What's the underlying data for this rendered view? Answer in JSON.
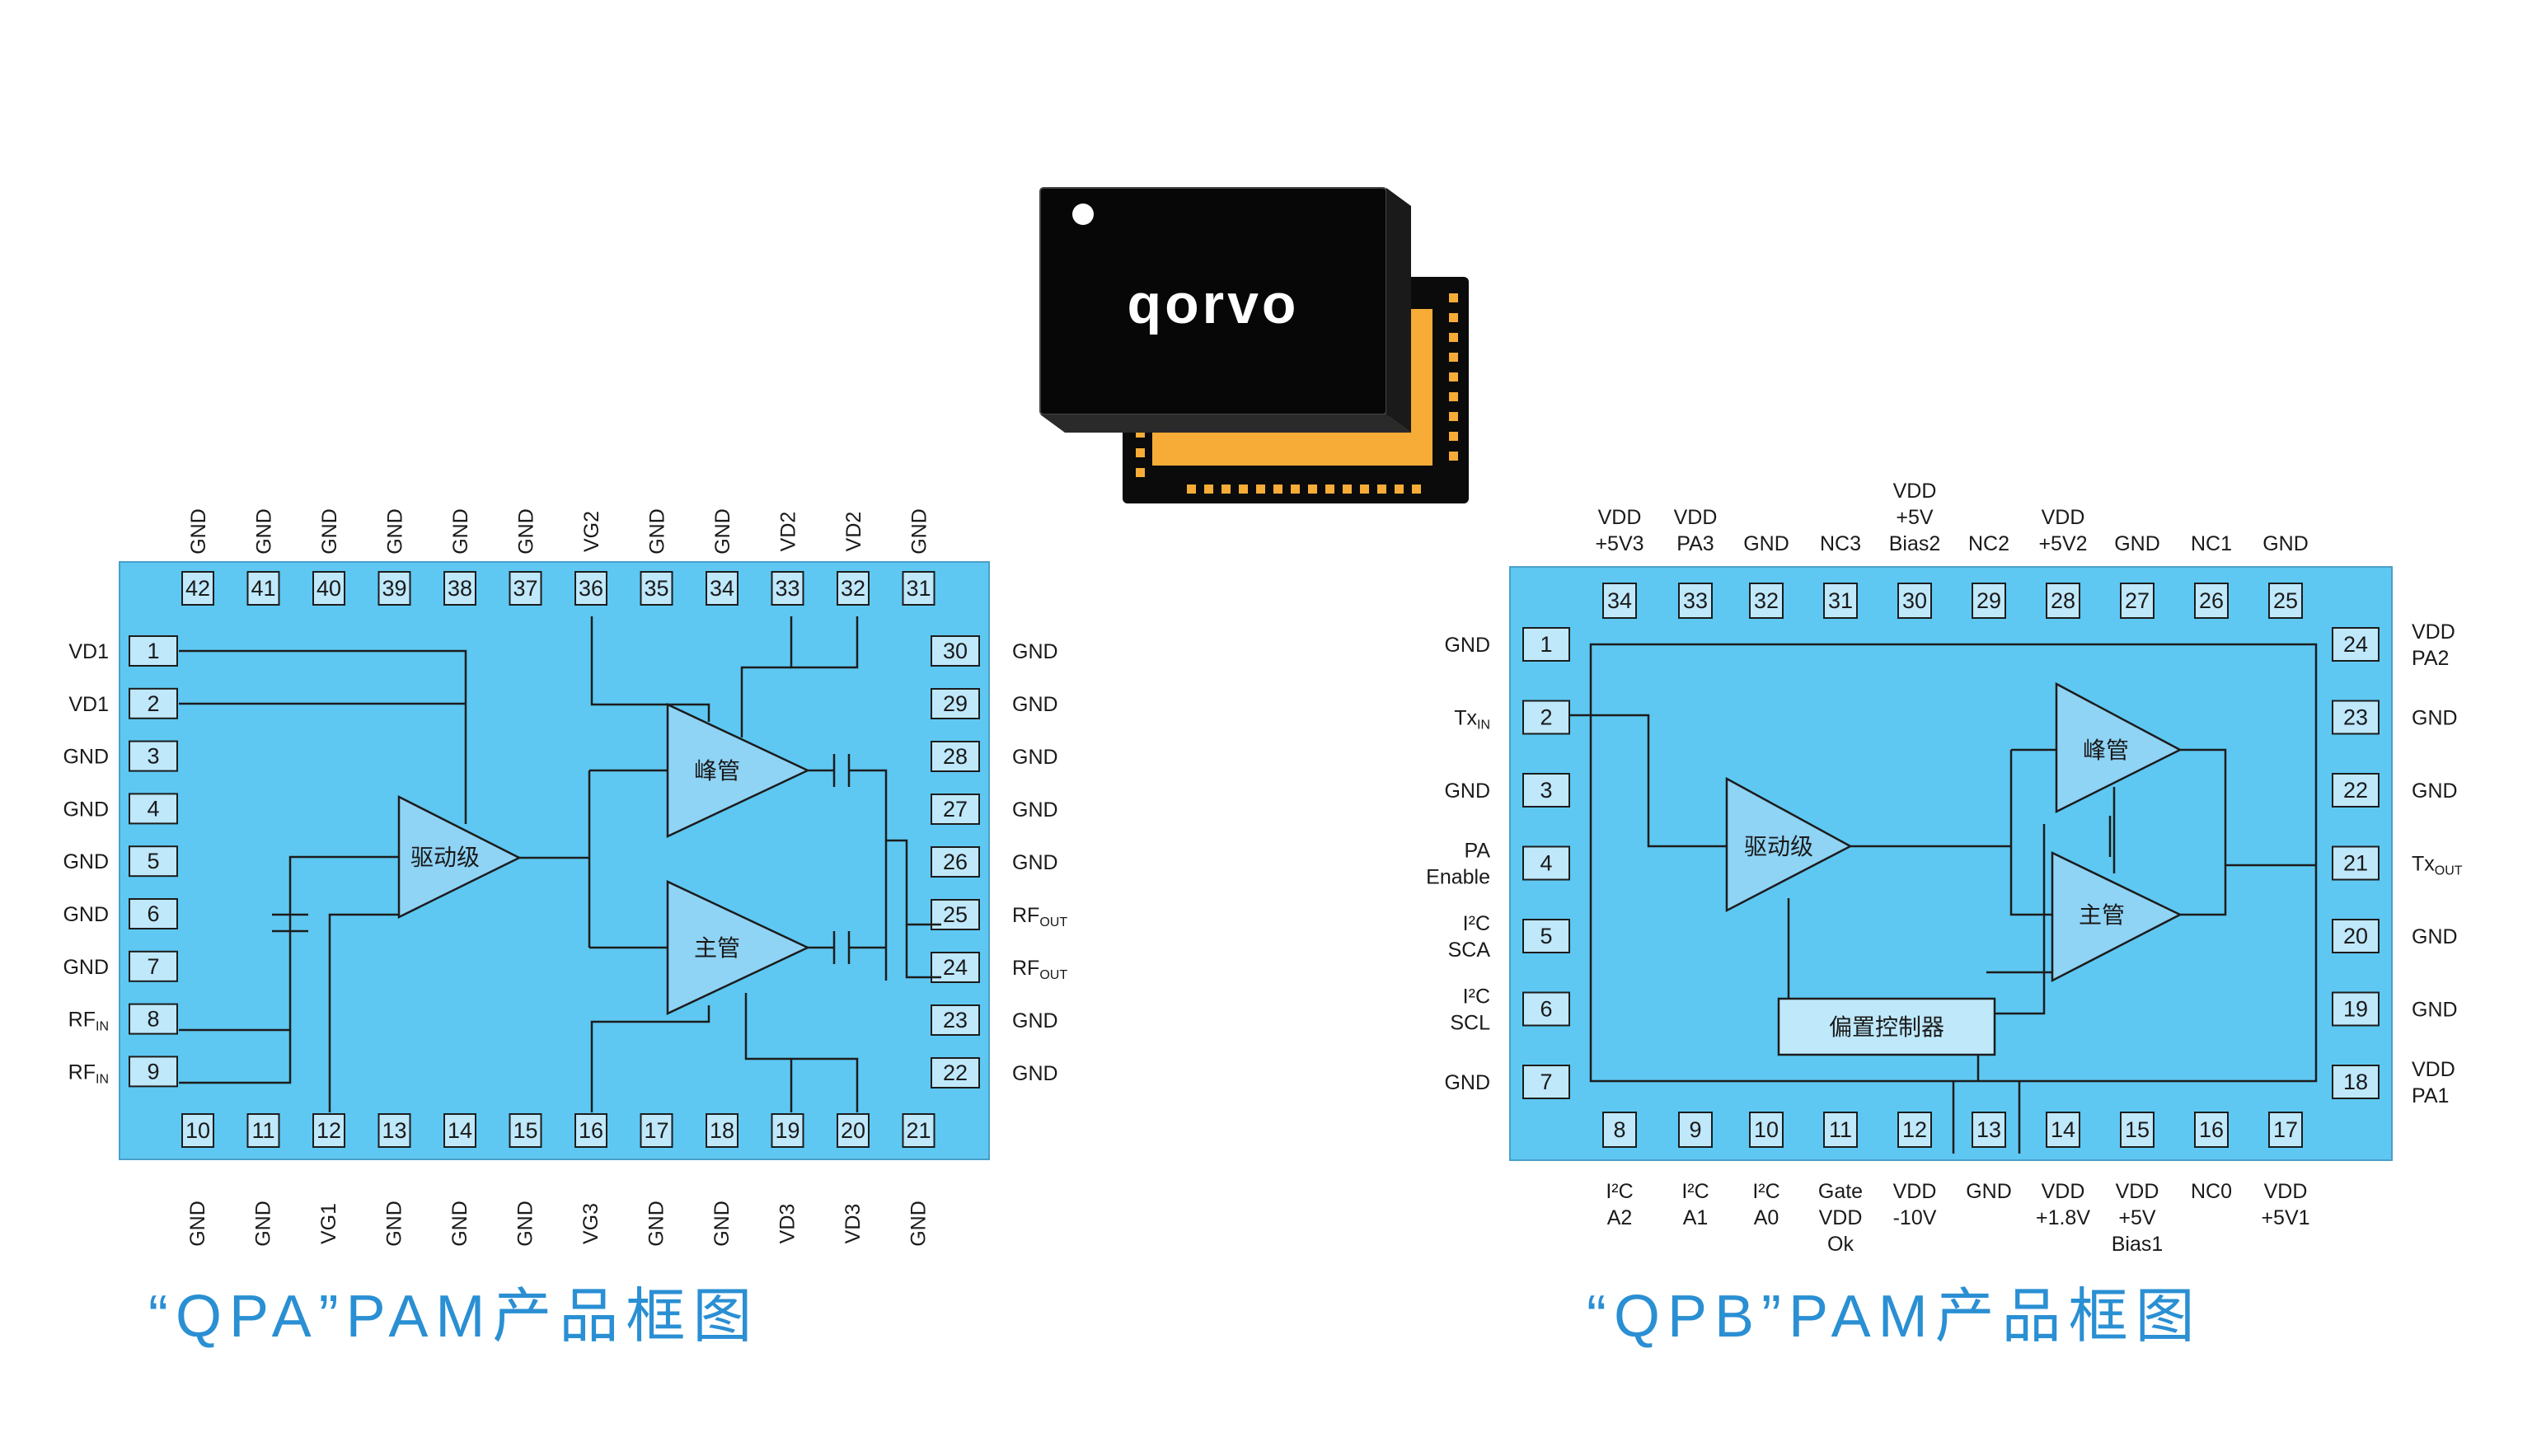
{
  "logo": {
    "text": "qorvo"
  },
  "qpa": {
    "caption": "“QPA”PAM产品框图",
    "blocks": {
      "driver": "驱动级",
      "peak": "峰管",
      "main": "主管"
    },
    "top": [
      [
        "42",
        "GND"
      ],
      [
        "41",
        "GND"
      ],
      [
        "40",
        "GND"
      ],
      [
        "39",
        "GND"
      ],
      [
        "38",
        "GND"
      ],
      [
        "37",
        "GND"
      ],
      [
        "36",
        "VG2"
      ],
      [
        "35",
        "GND"
      ],
      [
        "34",
        "GND"
      ],
      [
        "33",
        "VD2"
      ],
      [
        "32",
        "VD2"
      ],
      [
        "31",
        "GND"
      ]
    ],
    "bottom": [
      [
        "10",
        "GND"
      ],
      [
        "11",
        "GND"
      ],
      [
        "12",
        "VG1"
      ],
      [
        "13",
        "GND"
      ],
      [
        "14",
        "GND"
      ],
      [
        "15",
        "GND"
      ],
      [
        "16",
        "VG3"
      ],
      [
        "17",
        "GND"
      ],
      [
        "18",
        "GND"
      ],
      [
        "19",
        "VD3"
      ],
      [
        "20",
        "VD3"
      ],
      [
        "21",
        "GND"
      ]
    ],
    "left": [
      [
        "1",
        "VD1",
        ""
      ],
      [
        "2",
        "VD1",
        ""
      ],
      [
        "3",
        "GND",
        ""
      ],
      [
        "4",
        "GND",
        ""
      ],
      [
        "5",
        "GND",
        ""
      ],
      [
        "6",
        "GND",
        ""
      ],
      [
        "7",
        "GND",
        ""
      ],
      [
        "8",
        "RF",
        "IN"
      ],
      [
        "9",
        "RF",
        "IN"
      ]
    ],
    "right": [
      [
        "30",
        "GND",
        ""
      ],
      [
        "29",
        "GND",
        ""
      ],
      [
        "28",
        "GND",
        ""
      ],
      [
        "27",
        "GND",
        ""
      ],
      [
        "26",
        "GND",
        ""
      ],
      [
        "25",
        "RF",
        "OUT"
      ],
      [
        "24",
        "RF",
        "OUT"
      ],
      [
        "23",
        "GND",
        ""
      ],
      [
        "22",
        "GND",
        ""
      ]
    ]
  },
  "qpb": {
    "caption": "“QPB”PAM产品框图",
    "blocks": {
      "driver": "驱动级",
      "peak": "峰管",
      "main": "主管",
      "bias": "偏置控制器"
    },
    "top": [
      [
        "34",
        [
          "VDD",
          "+5V3"
        ]
      ],
      [
        "33",
        [
          "VDD",
          "PA3"
        ]
      ],
      [
        "32",
        [
          "GND"
        ]
      ],
      [
        "31",
        [
          "NC3"
        ]
      ],
      [
        "30",
        [
          "VDD",
          "+5V",
          "Bias2"
        ]
      ],
      [
        "29",
        [
          "NC2"
        ]
      ],
      [
        "28",
        [
          "VDD",
          "+5V2"
        ]
      ],
      [
        "27",
        [
          "GND"
        ]
      ],
      [
        "26",
        [
          "NC1"
        ]
      ],
      [
        "25",
        [
          "GND"
        ]
      ]
    ],
    "bottom": [
      [
        "8",
        [
          "I²C",
          "A2"
        ]
      ],
      [
        "9",
        [
          "I²C",
          "A1"
        ]
      ],
      [
        "10",
        [
          "I²C",
          "A0"
        ]
      ],
      [
        "11",
        [
          "Gate",
          "VDD",
          "Ok"
        ]
      ],
      [
        "12",
        [
          "VDD",
          "-10V"
        ]
      ],
      [
        "13",
        [
          "GND"
        ]
      ],
      [
        "14",
        [
          "VDD",
          "+1.8V"
        ]
      ],
      [
        "15",
        [
          "VDD",
          "+5V",
          "Bias1"
        ]
      ],
      [
        "16",
        [
          "NC0"
        ]
      ],
      [
        "17",
        [
          "VDD",
          "+5V1"
        ]
      ]
    ],
    "left": [
      [
        "1",
        [
          "GND"
        ]
      ],
      [
        "2",
        [
          "Tx|IN"
        ]
      ],
      [
        "3",
        [
          "GND"
        ]
      ],
      [
        "4",
        [
          "PA",
          "Enable"
        ]
      ],
      [
        "5",
        [
          "I²C",
          "SCA"
        ]
      ],
      [
        "6",
        [
          "I²C",
          "SCL"
        ]
      ],
      [
        "7",
        [
          "GND"
        ]
      ]
    ],
    "right": [
      [
        "24",
        [
          "VDD",
          "PA2"
        ]
      ],
      [
        "23",
        [
          "GND"
        ]
      ],
      [
        "22",
        [
          "GND"
        ]
      ],
      [
        "21",
        [
          "Tx|OUT"
        ]
      ],
      [
        "20",
        [
          "GND"
        ]
      ],
      [
        "19",
        [
          "GND"
        ]
      ],
      [
        "18",
        [
          "VDD",
          "PA1"
        ]
      ]
    ]
  },
  "colors": {
    "chip_fill": "#5ec8f2",
    "pin_fill": "#bfe8fb",
    "amp_fill": "#8fd3f5",
    "caption": "#2a8fd3",
    "package_black": "#0b0b0b",
    "package_gold": "#f6ac37"
  }
}
